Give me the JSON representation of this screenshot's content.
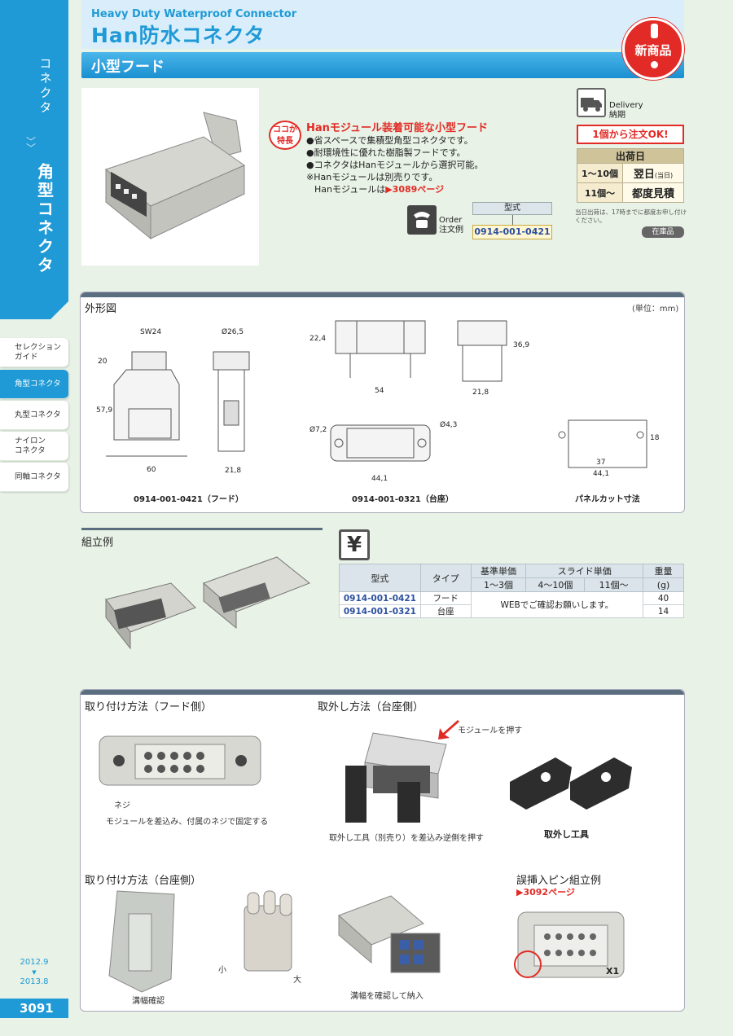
{
  "rail": {
    "category": "コネクタ",
    "section": "角型コネクタ",
    "tabs": [
      {
        "label": "セレクション\nガイド",
        "active": false
      },
      {
        "label": "角型コネクタ",
        "active": true
      },
      {
        "label": "丸型コネクタ",
        "active": false
      },
      {
        "label": "ナイロン\nコネクタ",
        "active": false
      },
      {
        "label": "同軸コネクタ",
        "active": false
      }
    ],
    "date_from": "2012.9",
    "date_arrow": "▼",
    "date_to": "2013.8",
    "page_number": "3091"
  },
  "header": {
    "title_en": "Heavy Duty Waterproof Connector",
    "title_jp": "Han防水コネクタ",
    "subtitle": "小型フード",
    "new_badge": "新商品"
  },
  "features": {
    "badge_line1": "ココが",
    "badge_line2": "特長",
    "title": "Hanモジュール装着可能な小型フード",
    "items": [
      "●省スペースで集積型角型コネクタです。",
      "●耐環境性に優れた樹脂製フードです。",
      "●コネクタはHanモジュールから選択可能。",
      "※Hanモジュールは別売りです。"
    ],
    "module_ref_prefix": "Hanモジュールは",
    "module_ref_link": "▶3089ページ"
  },
  "order": {
    "label_en": "Order",
    "label_jp": "注文例",
    "model_header": "型式",
    "model_value": "0914-001-0421"
  },
  "delivery": {
    "label_en": "Delivery",
    "label_jp": "納期",
    "min_order": "1個から注文OK!",
    "table_header": "出荷日",
    "rows": [
      {
        "qty": "1〜10個",
        "ship": "翌日",
        "note": "(当日)"
      },
      {
        "qty": "11個〜",
        "ship": "都度見積",
        "note": ""
      }
    ],
    "note": "当日出荷は、17時までに都度お申し付けください。",
    "stock_badge": "在庫品"
  },
  "dimensions": {
    "title": "外形図",
    "unit": "(単位：mm)",
    "hood_labels": {
      "sw": "SW24",
      "dia": "Ø26,5",
      "h1": "20",
      "h2": "57,9",
      "w": "60",
      "w2": "21,8"
    },
    "base_labels": {
      "h": "22,4",
      "w": "54",
      "side_h": "36,9",
      "side_w": "21,8",
      "d1": "Ø7,2",
      "d2": "Ø4,3",
      "bw": "44,1"
    },
    "cut_labels": {
      "h": "18",
      "w1": "37",
      "w2": "44,1"
    },
    "cap_hood": "0914-001-0421（フード）",
    "cap_base": "0914-001-0321（台座）",
    "cap_cut": "パネルカット寸法"
  },
  "assembly": {
    "title": "組立例"
  },
  "price": {
    "headers": {
      "model": "型式",
      "type": "タイプ",
      "base": "基準単価",
      "slide": "スライド単価",
      "weight": "重量"
    },
    "subheaders": {
      "q1": "1〜3個",
      "q2": "4〜10個",
      "q3": "11個〜",
      "unit": "(g)"
    },
    "rows": [
      {
        "model": "0914-001-0421",
        "type": "フード",
        "weight": "40"
      },
      {
        "model": "0914-001-0321",
        "type": "台座",
        "weight": "14"
      }
    ],
    "web_note": "WEBでご確認お願いします。",
    "icon": "¥"
  },
  "howto": {
    "mount_hood_title": "取り付け方法（フード側）",
    "mount_hood_screw": "ネジ",
    "mount_hood_caption": "モジュールを差込み、付属のネジで固定する",
    "remove_title": "取外し方法（台座側）",
    "remove_push": "モジュールを押す",
    "remove_caption": "取外し工具（別売り）を差込み逆側を押す",
    "tool_caption": "取外し工具",
    "mount_base_title": "取り付け方法（台座側）",
    "width_check": "溝幅確認",
    "size_small": "小",
    "size_large": "大",
    "insert_caption": "溝幅を確認して納入",
    "pin_title": "誤挿入ピン組立例",
    "pin_link": "▶3092ページ",
    "pin_mark": "X1"
  },
  "colors": {
    "accent": "#1f9ad6",
    "red": "#e22b26",
    "bg": "#e8f2e6"
  }
}
